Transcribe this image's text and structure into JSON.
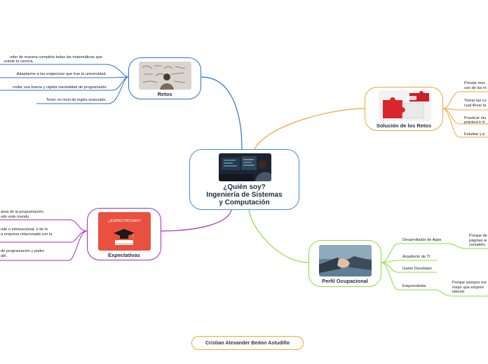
{
  "colors": {
    "central": "#3a8fd6",
    "retos": "#2d6fd6",
    "solucion": "#f6a23a",
    "perfil": "#8bdc3c",
    "expectativas": "#a52bb8",
    "footer": "#f1a534"
  },
  "central": {
    "title_line1": "¿Quién soy?",
    "title_line2": "Ingeniería de Sistemas",
    "title_line3": "y Computación",
    "image": "person-coding-image"
  },
  "retos": {
    "title": "Retos",
    "image": "whiteboard-math-image",
    "items": [
      "nder de manera completa todas las matemáticas que",
      "urante la carrera.",
      "Adaptarme a las exigencias que trae la universidad.",
      "rrollar una buena y rápida mentalidad de programador.",
      "Tener un nivel de ingles avanzado."
    ]
  },
  "solucion": {
    "title": "Solución de los Retos",
    "image": "puzzle-pieces-image",
    "items": [
      "Prestar muc",
      "uso de las m",
      "Tomar las co",
      "cual llevar la",
      "Practicar mu",
      "práctica ir d",
      "Estudiar y p"
    ]
  },
  "perfil": {
    "title": "Perfil Ocupacional",
    "image": "handshake-image",
    "items": [
      "Desarrollador de Apps",
      "Arquitecto de TI",
      "Game Developer",
      "Emprendedor"
    ],
    "details": [
      "Porque de",
      "páginas w",
      "completo.",
      "Porque siempre me",
      "mejor que empren",
      "laboral."
    ]
  },
  "expectativas": {
    "title": "Expectativas",
    "image": "expectativas-graduation-image",
    "image_text": "¿EXPECTATIVAS?",
    "items": [
      "área de la programación,",
      "odo este mundo.",
      "nde o internacional, o de lo",
      "a empresa relacionada con la",
      "de programación y poder",
      "abl."
    ]
  },
  "footer": {
    "author": "Cristian Alexander Bedon Astudillo"
  }
}
